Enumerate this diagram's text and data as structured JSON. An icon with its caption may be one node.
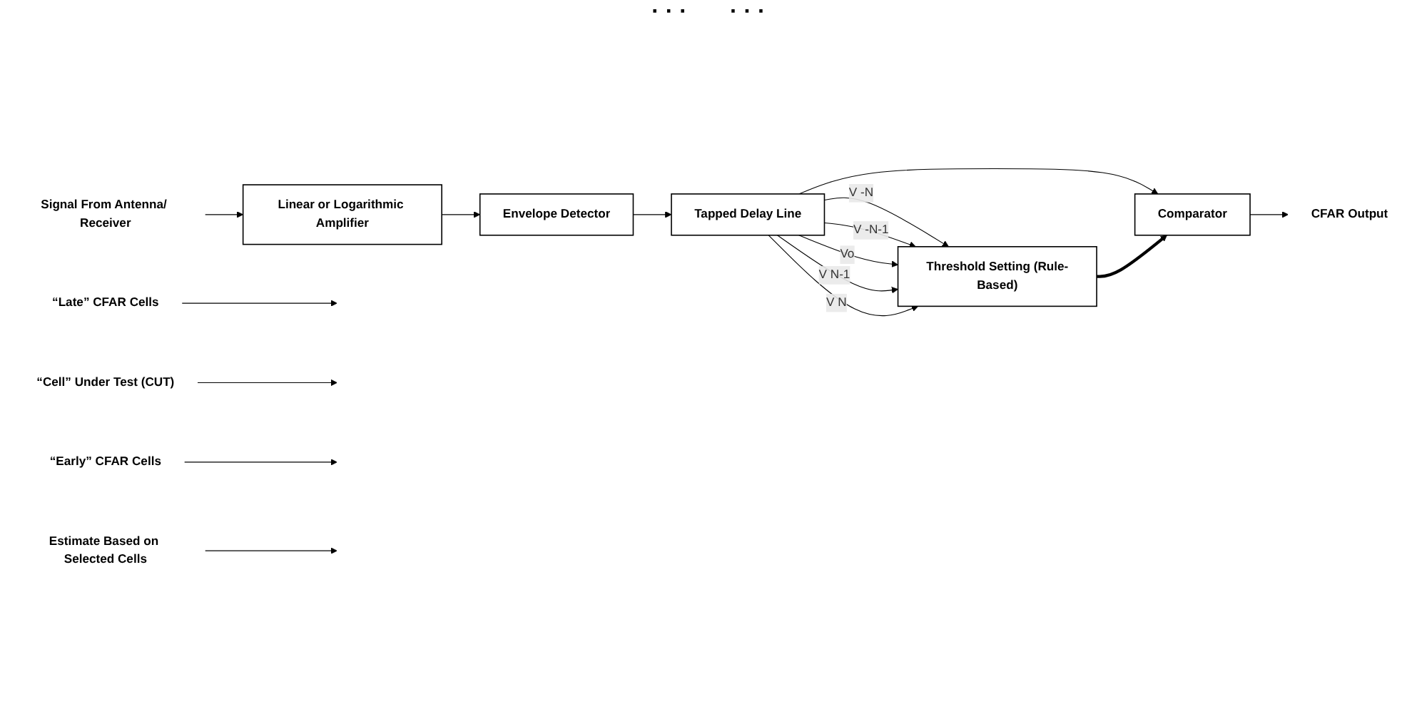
{
  "diagram": {
    "nodes": [
      {
        "text": [
          "Signal From Antenna/ Receiver"
        ]
      },
      {
        "text": [
          "Linear or Logarithmic Amplifier"
        ]
      },
      {
        "text": [
          "Envelope Detector"
        ]
      },
      {
        "text": [
          "Tapped Delay Line"
        ]
      },
      {
        "text": [
          "Threshold Setting (Rule-Based)"
        ]
      },
      {
        "text": [
          "Comparator"
        ]
      },
      {
        "text": [
          "CFAR Output"
        ]
      },
      {
        "text": [
          "“Late” CFAR Cells"
        ]
      },
      {
        "text": [
          "“Cell” Under Test (CUT)"
        ]
      },
      {
        "text": [
          "“Early” CFAR Cells"
        ]
      },
      {
        "text": [
          "Estimate Based on Selected Cells"
        ]
      }
    ],
    "edges": [
      {
        "from": 0,
        "to": 1,
        "arrow": "to"
      },
      {
        "from": 1,
        "to": 2,
        "arrow": "to"
      },
      {
        "from": 2,
        "to": 3,
        "arrow": "to"
      },
      {
        "from": 3,
        "to": 4,
        "arrow": "to",
        "label": "V -N"
      },
      {
        "from": 3,
        "to": 4,
        "arrow": "to",
        "label": "V -N-1"
      },
      {
        "from": 3,
        "to": 4,
        "arrow": "to",
        "label": "Vo"
      },
      {
        "from": 3,
        "to": 4,
        "arrow": "to",
        "label": "V N-1"
      },
      {
        "from": 3,
        "to": 4,
        "arrow": "to",
        "label": "V N"
      },
      {
        "from": 3,
        "to": 5,
        "arrow": "to"
      },
      {
        "from": 4,
        "to": 5,
        "arrow": "to",
        "style": "thick"
      },
      {
        "from": 5,
        "to": 6,
        "arrow": "to"
      },
      {
        "from": 7,
        "to": null,
        "arrow": "to"
      },
      {
        "from": 8,
        "to": null,
        "arrow": "to"
      },
      {
        "from": 9,
        "to": null,
        "arrow": "to"
      },
      {
        "from": 10,
        "to": null,
        "arrow": "to"
      }
    ],
    "labels": [
      "· · ·",
      "· · ·"
    ]
  }
}
